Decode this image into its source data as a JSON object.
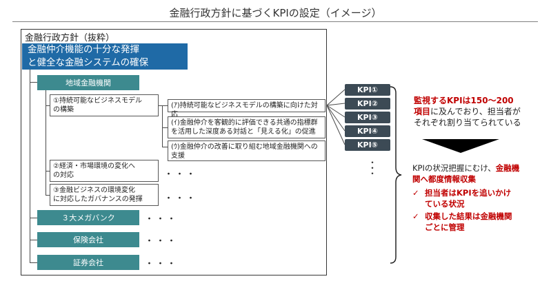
{
  "title": "金融行政方針に基づくKPIの設定（イメージ）",
  "frame_label": "金融行政方針（抜粋）",
  "header": {
    "line1": "金融仲介機能の十分な発揮",
    "line2": "と健全な金融システムの確保"
  },
  "categories": {
    "regional": "地域金融機関",
    "megabanks": "３大メガバンク",
    "insurance": "保険会社",
    "securities": "証券会社"
  },
  "items": {
    "item1_l1": "①持続可能なビジネスモデル",
    "item1_l2": "の構築",
    "item2_l1": "②経済・市場環境の変化へ",
    "item2_l2": "の対応",
    "item3_l1": "③金融ビジネスの環境変化",
    "item3_l2": "に対応したガバナンスの発揮"
  },
  "subitems": {
    "a": "(ｱ)持続可能なビジネスモデルの構築に向けた対応",
    "b_l1": "(ｲ)金融仲介を客観的に評価できる共通の指標群",
    "b_l2": "を活用した深度ある対話と「見える化」の促進",
    "c_l1": "(ｳ)金融仲介の改善に取り組む地域金融機関への",
    "c_l2": "支援"
  },
  "ellipsis": "・・・",
  "kpis": [
    "KPI①",
    "KPI②",
    "KPI③",
    "KPI④",
    "KPI⑤"
  ],
  "vertical_dots": "・\n・\n・",
  "summary": {
    "s1_red": "監視するKPIは150～200",
    "s2_red": "項目",
    "s2_rest": "に及んでおり、担当者が",
    "s3": "それぞれ割り当てられている",
    "s4_black": "KPIの状況把握にむけ、",
    "s4_red": "金融機",
    "s5_red": "関へ都度情報収集",
    "check": "✓",
    "c1_l1": "担当者はKPIを追いかけ",
    "c1_l2": "ている状況",
    "c2_l1": "収集した結果は金融機関",
    "c2_l2": "ごとに管理"
  },
  "colors": {
    "header_blue": "#1f6aa6",
    "teal": "#3d8a8f",
    "kpi_dark": "#3c4a55",
    "accent_red": "#c00000"
  }
}
